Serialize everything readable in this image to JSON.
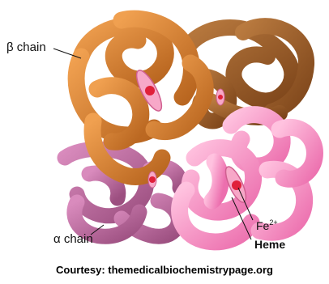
{
  "labels": {
    "beta_chain": "β chain",
    "alpha_chain": "α chain",
    "fe_base": "Fe",
    "fe_charge": "2+",
    "heme": "Heme"
  },
  "credit": "Courtesy: themedicalbiochemistrypage.org",
  "colors": {
    "beta_light": "#d9822e",
    "beta_dark": "#9a5a25",
    "alpha_pink": "#f49bc7",
    "alpha_mauve": "#c06fa0",
    "heme_red": "#e0203a",
    "heme_disc": "#f7a8c8"
  }
}
